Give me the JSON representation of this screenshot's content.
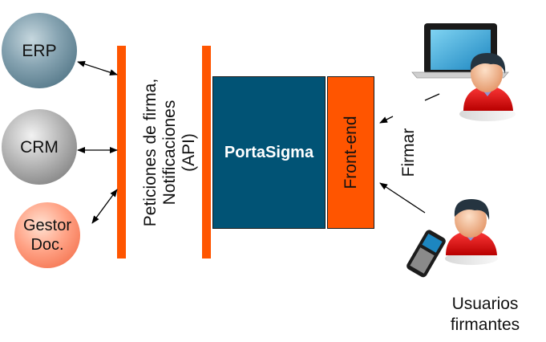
{
  "systems": [
    {
      "id": "erp",
      "label": "ERP"
    },
    {
      "id": "crm",
      "label": "CRM"
    },
    {
      "id": "gestor",
      "label_line1": "Gestor",
      "label_line2": "Doc."
    }
  ],
  "api_label": {
    "line1": "Peticiones de firma,",
    "line2": "Notificaciones",
    "line3": "(API)"
  },
  "core": {
    "portasigma": "PortaSigma",
    "frontend": "Front-end"
  },
  "action_label": "Firmar",
  "users_label": {
    "line1": "Usuarios",
    "line2": "firmantes"
  },
  "colors": {
    "orange": "#ff5500",
    "portasigma_blue": "#015375",
    "erp_blue": "#3f6577",
    "gestor_salmon": "#f0623c"
  }
}
